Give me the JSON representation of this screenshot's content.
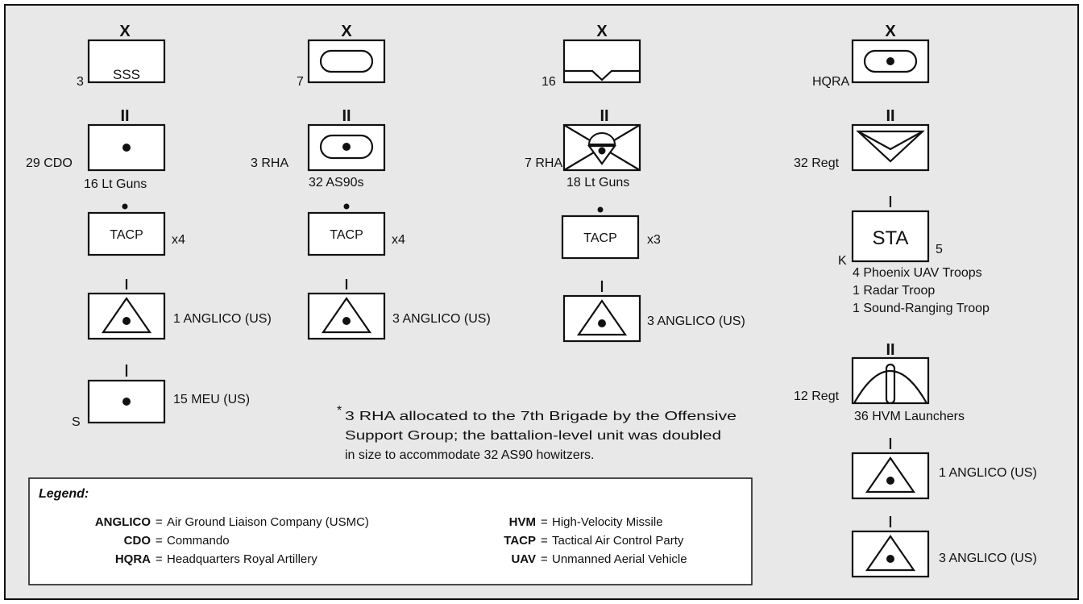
{
  "units": {
    "col1": {
      "bde_label": "SSS",
      "bde_num": "3",
      "bn_num": "29 CDO",
      "bn_sub": "16 Lt Guns",
      "tacp_label": "TACP",
      "tacp_count": "x4",
      "anglico": "1 ANGLICO (US)",
      "meu_num": "S",
      "meu": "15 MEU (US)"
    },
    "col2": {
      "bde_num": "7",
      "bn_num": "3 RHA",
      "bn_sub": "32 AS90s",
      "tacp_label": "TACP",
      "tacp_count": "x4",
      "anglico": "3 ANGLICO (US)"
    },
    "col3": {
      "bde_num": "16",
      "bn_num": "7 RHA",
      "bn_sub": "18 Lt Guns",
      "tacp_label": "TACP",
      "tacp_count": "x3",
      "anglico": "3 ANGLICO (US)"
    },
    "col4": {
      "hq_num": "HQRA",
      "regt1_num": "32 Regt",
      "sta_label": "STA",
      "sta_left": "K",
      "sta_right": "5",
      "sta_lines": [
        "4 Phoenix UAV Troops",
        "1 Radar Troop",
        "1 Sound-Ranging Troop"
      ],
      "regt2_num": "12 Regt",
      "regt2_sub": "36 HVM Launchers",
      "anglico1": "1 ANGLICO (US)",
      "anglico2": "3 ANGLICO (US)"
    }
  },
  "echelons": {
    "brigade": "X",
    "regiment": "II",
    "company": "I",
    "team": "•"
  },
  "note": {
    "marker": "*",
    "lines": [
      "3 RHA allocated to the 7th Brigade by the Offensive",
      "Support Group; the battalion-level unit was doubled",
      "in size to accommodate 32 AS90 howitzers."
    ]
  },
  "legend": {
    "title": "Legend:",
    "left": [
      {
        "abbr": "ANGLICO",
        "sep": "=",
        "desc": "Air Ground Liaison Company (USMC)"
      },
      {
        "abbr": "CDO",
        "sep": "=",
        "desc": "Commando"
      },
      {
        "abbr": "HQRA",
        "sep": "=",
        "desc": "Headquarters Royal Artillery"
      }
    ],
    "right": [
      {
        "abbr": "HVM",
        "sep": "=",
        "desc": "High-Velocity Missile"
      },
      {
        "abbr": "TACP",
        "sep": "=",
        "desc": "Tactical Air Control Party"
      },
      {
        "abbr": "UAV",
        "sep": "=",
        "desc": "Unmanned Aerial Vehicle"
      }
    ]
  },
  "colors": {
    "background": "#e8e8e8",
    "ink": "#111111",
    "box": "#ffffff"
  }
}
